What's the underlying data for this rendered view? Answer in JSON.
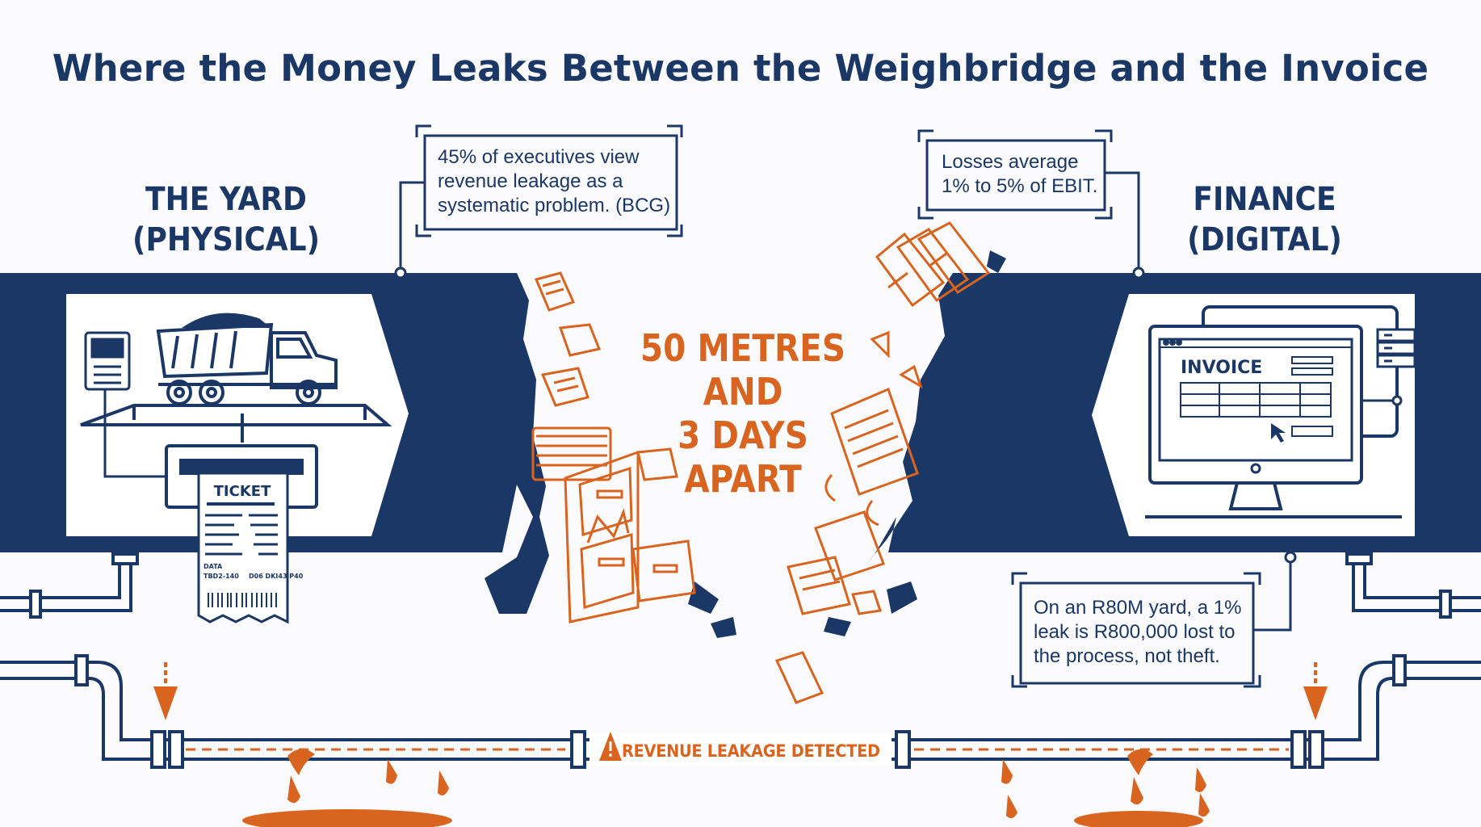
{
  "title": "Where the Money Leaks Between the Weighbridge and the Invoice",
  "yard": {
    "line1": "THE YARD",
    "line2": "(PHYSICAL)",
    "ticket_label": "TICKET",
    "ticket_row1": "DATA",
    "ticket_row2": "TBD2-140",
    "ticket_row3": "D06 DKI43 P40"
  },
  "finance": {
    "line1": "FINANCE",
    "line2": "(DIGITAL)",
    "invoice_label": "INVOICE"
  },
  "callouts": {
    "executives": [
      "45% of executives view",
      "revenue leakage as a",
      "systematic problem. (BCG)"
    ],
    "losses": [
      "Losses average",
      "1% to 5% of EBIT."
    ],
    "yard_example": [
      "On an R80M yard, a 1%",
      "leak is R800,000 lost to",
      "the process, not theft."
    ]
  },
  "center": [
    "50 METRES",
    "AND",
    "3 DAYS",
    "APART"
  ],
  "pipeline": {
    "warning_text": "REVENUE LEAKAGE DETECTED",
    "warning_icon": "warning-triangle-icon"
  },
  "colors": {
    "navy": "#1b3766",
    "orange": "#d8641f",
    "background": "#fbfbfd"
  }
}
